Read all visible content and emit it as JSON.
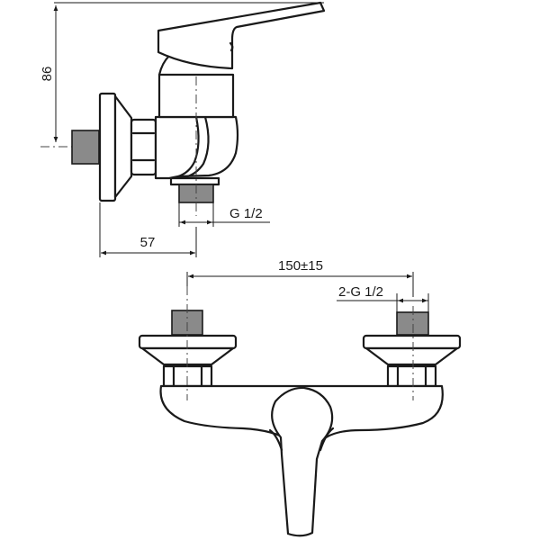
{
  "drawing": {
    "subject": "single-lever wall-mounted mixer tap",
    "views": [
      "side-view",
      "front-view"
    ],
    "dimensions": {
      "height_label": "86",
      "depth_label": "57",
      "side_outlet_thread": "G 1/2",
      "center_distance": "150±15",
      "inlet_threads": "2-G  1/2"
    },
    "colors": {
      "line": "#1a1a1a",
      "thread_fill": "#8a8a8a",
      "background": "#ffffff"
    }
  }
}
